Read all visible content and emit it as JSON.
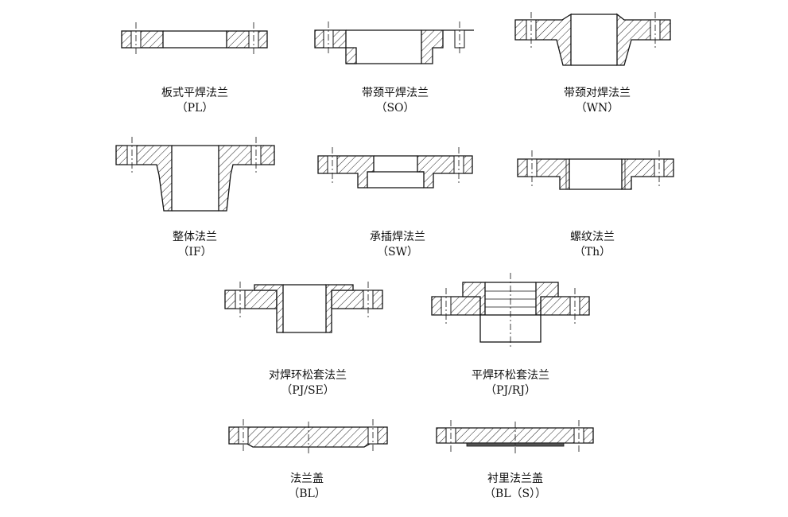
{
  "figure": {
    "flanges": [
      {
        "name": "板式平焊法兰",
        "code": "（PL）"
      },
      {
        "name": "带颈平焊法兰",
        "code": "（SO）"
      },
      {
        "name": "带颈对焊法兰",
        "code": "（WN）"
      },
      {
        "name": "整体法兰",
        "code": "（IF）"
      },
      {
        "name": "承插焊法兰",
        "code": "（SW）"
      },
      {
        "name": "螺纹法兰",
        "code": "（Th）"
      },
      {
        "name": "对焊环松套法兰",
        "code": "（PJ/SE）"
      },
      {
        "name": "平焊环松套法兰",
        "code": "（PJ/RJ）"
      },
      {
        "name": "法兰盖",
        "code": "（BL）"
      },
      {
        "name": "衬里法兰盖",
        "code": "（BL（S））"
      }
    ]
  }
}
